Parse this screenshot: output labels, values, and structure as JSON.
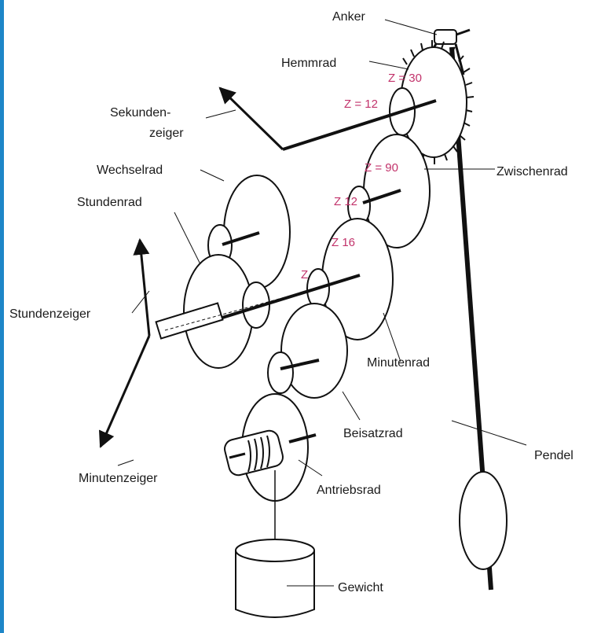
{
  "colors": {
    "left_border": "#1d86c8",
    "line": "#111111",
    "tooth_label": "#c2336b",
    "text": "#1a1a1a"
  },
  "labels": {
    "anker": "Anker",
    "hemmrad": "Hemmrad",
    "sekundenzeiger_line1": "Sekunden-",
    "sekundenzeiger_line2": "zeiger",
    "wechselrad": "Wechselrad",
    "stundenrad": "Stundenrad",
    "zwischenrad": "Zwischenrad",
    "stundenzeiger": "Stundenzeiger",
    "minutenrad": "Minutenrad",
    "beisatzrad": "Beisatzrad",
    "pendel": "Pendel",
    "minutenzeiger": "Minutenzeiger",
    "antriebsrad": "Antriebsrad",
    "gewicht": "Gewicht"
  },
  "tooth_counts": {
    "hemmrad": "Z = 30",
    "hemmrad_pinion": "Z = 12",
    "zwischenrad": "Z = 90",
    "zwischenrad_pinion": "Z 12",
    "minutenrad_teeth": "Z 16",
    "minutenrad_pinion": "Z"
  }
}
